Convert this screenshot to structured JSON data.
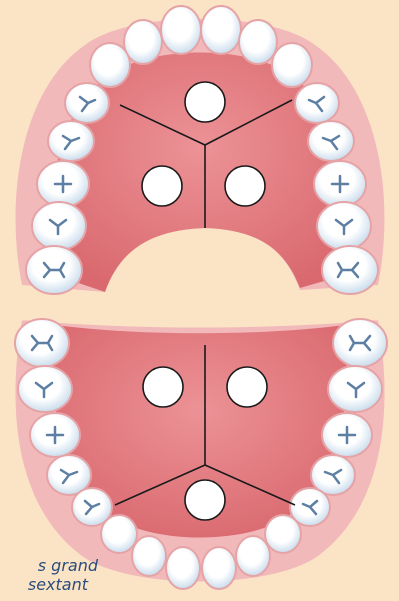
{
  "caption": {
    "line1": "s grand",
    "line2": "sextant"
  },
  "colors": {
    "background": "#fbe3c6",
    "gum_outer": "#f2b9bb",
    "gum": "#ec8e92",
    "gum_dark": "#d9696f",
    "palate": "#e27d82",
    "tooth": "#ffffff",
    "tooth_shade": "#c9dcec",
    "tooth_groove": "#5d7fa3",
    "line": "#1a1a1a"
  },
  "arches": [
    {
      "id": "upper",
      "sextant_markers": 3
    },
    {
      "id": "lower",
      "sextant_markers": 3
    }
  ]
}
